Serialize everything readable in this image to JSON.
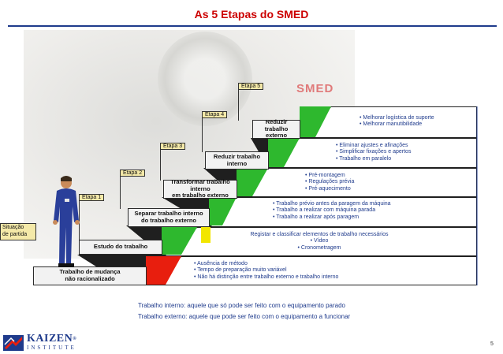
{
  "title": "As 5 Etapas do SMED",
  "smed_label": "SMED",
  "situation_label_line1": "Situação",
  "situation_label_line2": "de partida",
  "steps": [
    {
      "line1": "Trabalho de mudança",
      "line2": "não racionalizado"
    },
    {
      "line1": "Estudo do trabalho",
      "line2": ""
    },
    {
      "line1": "Separar trabalho interno",
      "line2": "do trabalho externo"
    },
    {
      "line1": "Transformar trabalho interno",
      "line2": "em trabalho externo"
    },
    {
      "line1": "Reduzir trabalho",
      "line2": "interno"
    },
    {
      "line1": "Reduzir trabalho",
      "line2": "externo"
    }
  ],
  "flags": [
    "Etapa 1",
    "Etapa 2",
    "Etapa 3",
    "Etapa 4",
    "Etapa 5"
  ],
  "notes": [
    [
      "Ausência de método",
      "Tempo de preparação muito variável",
      "Não há distinção entre trabalho externo e trabalho interno"
    ],
    [
      "Registar e classificar elementos de trabalho necessários",
      "Vídeo",
      "Cronometragem"
    ],
    [
      "Trabalho prévio antes da paragem da máquina",
      "Trabalho a realizar com máquina parada",
      "Trabalho a realizar após paragem"
    ],
    [
      "Pré-montagem",
      "Regulações prévia",
      "Pré-aquecimento"
    ],
    [
      "Eliminar ajustes e afinações",
      "Simplificar fixações e apertos",
      "Trabalho em paralelo"
    ],
    [
      "Melhorar logística de suporte",
      "Melhorar manutibilidade"
    ]
  ],
  "footer": {
    "line1": "Trabalho interno: aquele que só pode ser feito com o equipamento parado",
    "line2": "Trabalho externo: aquele que pode ser feito com o equipamento a funcionar"
  },
  "brand": {
    "name": "KAIZEN",
    "mark": "®",
    "sub": "INSTITUTE"
  },
  "page_number": "5",
  "colors": {
    "title": "#cc0000",
    "accent": "#1f3b8c",
    "stair": "#1f1f1f",
    "green": "#2eb82e",
    "yellow": "#f2e600",
    "red": "#e81e0e"
  }
}
